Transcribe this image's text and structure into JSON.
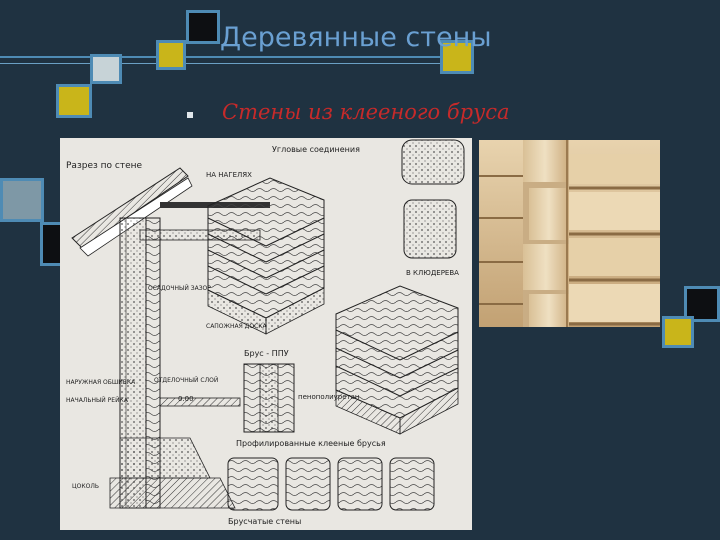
{
  "slide": {
    "title": "Деревянные стены",
    "bullet_text": "Стены из клееного бруса"
  },
  "drawing": {
    "labels": {
      "section": "Разрез по стене",
      "corner_joints": "Угловые соединения",
      "on_dowels": "НА НАГЕЛЯХ",
      "settle_gap": "ОСАДОЧНЫЙ ЗАЗОР",
      "sill_board": "САПОЖНАЯ ДОСКА",
      "ppu_beam": "Брус - ППУ",
      "dovetail": "В КЛЮДЕРЕВА",
      "foam": "пенополиуретан",
      "insulation_left": "НАРУЖНАЯ ОБШИВКА",
      "frame_rail": "НАЧАЛЬНЫЙ РЕЙКА",
      "separation_layer": "ОТДЕЛОЧНЫЙ СЛОЙ",
      "zero_mark": "0.00",
      "profiled_beams": "Профилированные клееные брусья",
      "plinth": "ЦОКОЛЬ",
      "beam_walls": "Брусчатые стены"
    }
  },
  "colors": {
    "background": "#1f3241",
    "accent_blue": "#4e8bb4",
    "accent_yellow": "#c9b51a",
    "title": "#6aa0d2",
    "subtitle": "#c62a2a"
  }
}
